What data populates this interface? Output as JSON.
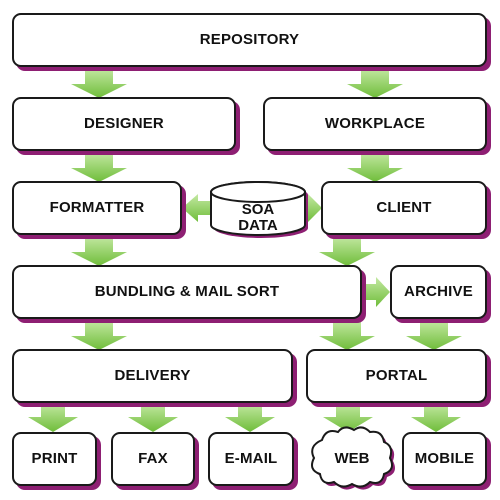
{
  "diagram": {
    "nodes": {
      "repository": "REPOSITORY",
      "designer": "DESIGNER",
      "workplace": "WORKPLACE",
      "formatter": "FORMATTER",
      "soa_data": [
        "SOA",
        "DATA"
      ],
      "client": "CLIENT",
      "bundling": "BUNDLING & MAIL SORT",
      "archive": "ARCHIVE",
      "delivery": "DELIVERY",
      "portal": "PORTAL",
      "print": "PRINT",
      "fax": "FAX",
      "email": "E-MAIL",
      "web": "WEB",
      "mobile": "MOBILE"
    },
    "colors": {
      "arrow": "#8ecf5a",
      "box_shadow": "#8e1f73",
      "border": "#1a1a1a"
    }
  }
}
